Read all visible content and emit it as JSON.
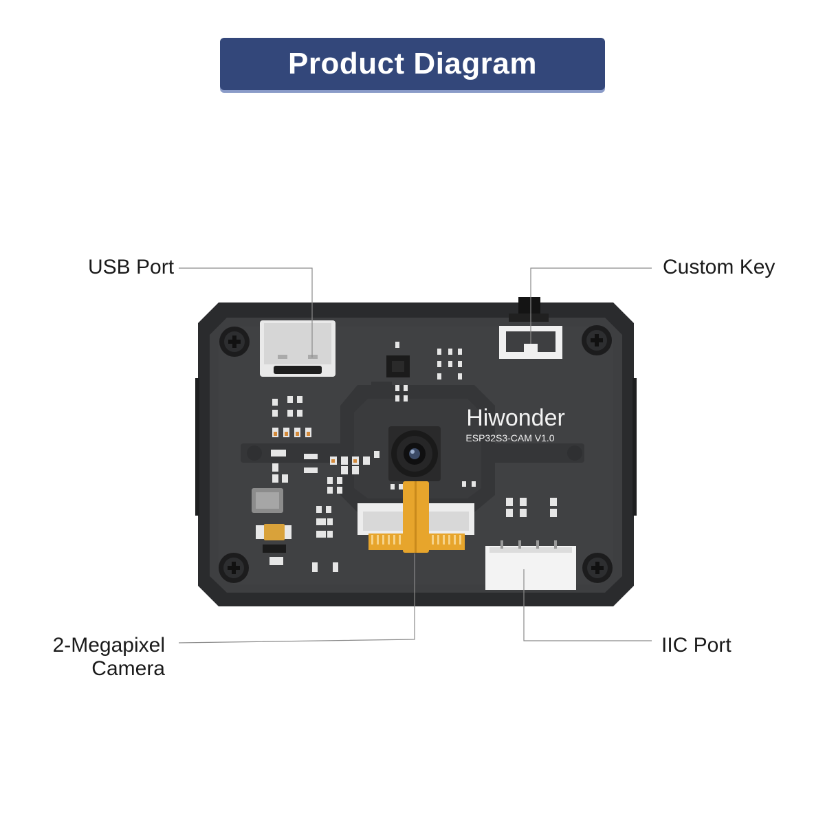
{
  "header": {
    "title": "Product Diagram"
  },
  "callouts": {
    "usb_port": "USB Port",
    "custom_key": "Custom Key",
    "camera_line1": "2-Megapixel",
    "camera_line2": "Camera",
    "iic_port": "IIC Port"
  },
  "board": {
    "brand": "Hiwonder",
    "model": "ESP32S3-CAM V1.0"
  },
  "colors": {
    "banner": "#33477a",
    "board": "#3b3c3e",
    "frame": "#2a2b2d",
    "flex_cable": "#e7a52c",
    "connector": "#f2f2f2"
  },
  "icons": [
    "screw-icon",
    "camera-lens-icon"
  ]
}
